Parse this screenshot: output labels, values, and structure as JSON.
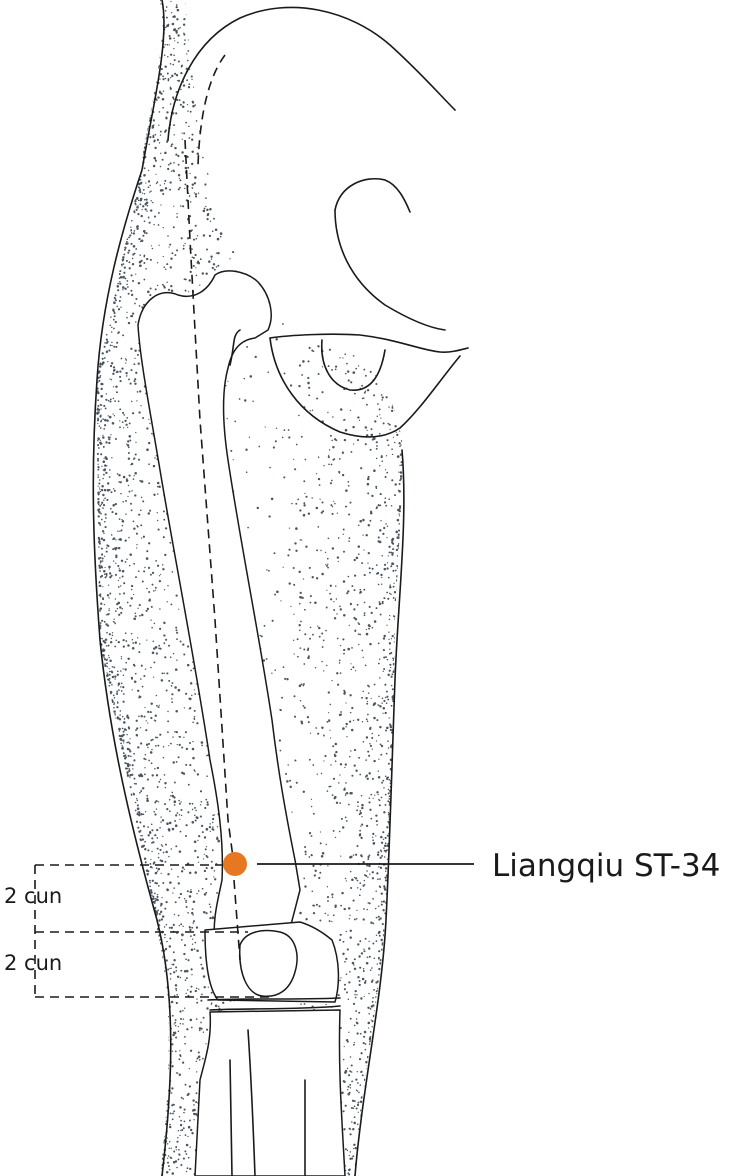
{
  "acupoint": {
    "name": "Liangqiu ST-34",
    "color": "#e87722"
  },
  "measurements": [
    {
      "label": "2 cun"
    },
    {
      "label": "2 cun"
    }
  ],
  "colors": {
    "line": "#1a1a1a",
    "stipple": "#4a5560",
    "background": "#ffffff"
  }
}
